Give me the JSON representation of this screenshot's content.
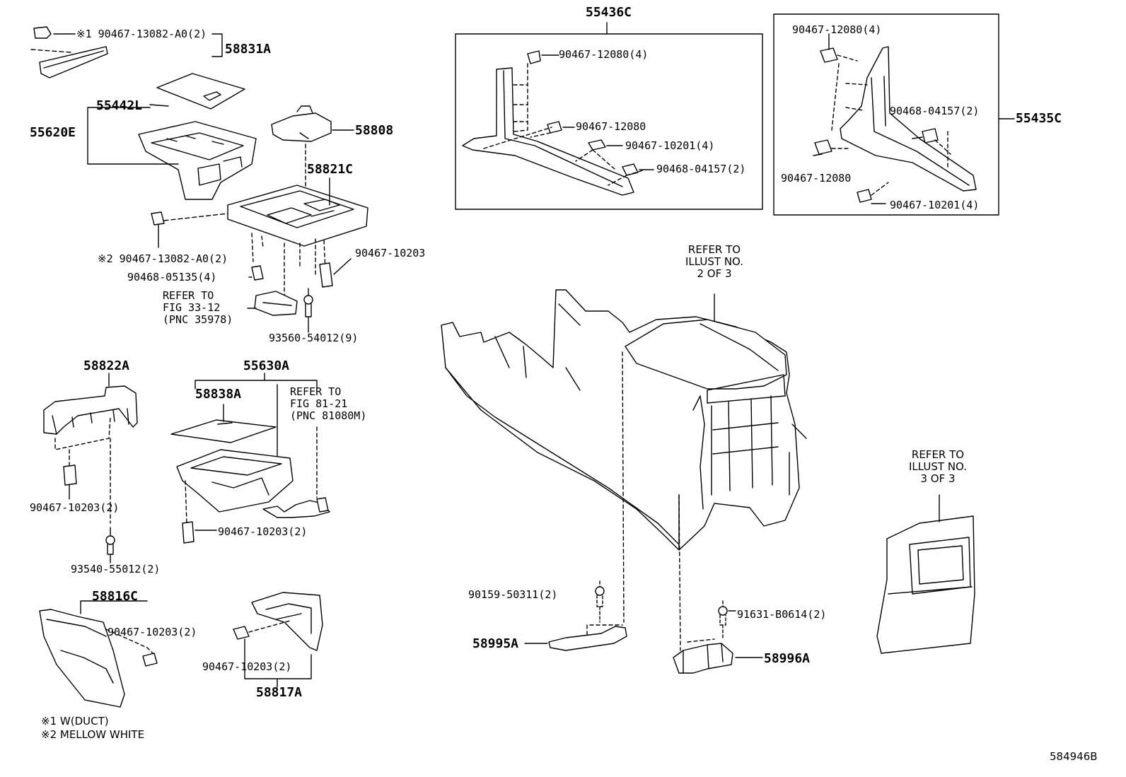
{
  "diagram_id": "584946B",
  "groups": {
    "p58831A": "58831A",
    "p55442L": "55442L",
    "p55620E": "55620E",
    "p58808": "58808",
    "p58821C": "58821C",
    "p55436C": "55436C",
    "p55435C": "55435C",
    "p58822A": "58822A",
    "p55630A": "55630A",
    "p58838A": "58838A",
    "p58816C": "58816C",
    "p58817A": "58817A",
    "p58995A": "58995A",
    "p58996A": "58996A"
  },
  "fasteners": {
    "f_13082_1": "※1 90467-13082-A0(2)",
    "f_13082_2": "※2 90467-13082-A0(2)",
    "f_05135": "90468-05135(4)",
    "f_10203_top": "90467-10203",
    "f_54012": "93560-54012(9)",
    "f_12080_4a": "90467-12080(4)",
    "f_12080_a": "90467-12080",
    "f_10201_4a": "90467-10201(4)",
    "f_04157_2a": "90468-04157(2)",
    "f_12080_4b": "90467-12080(4)",
    "f_04157_2b": "90468-04157(2)",
    "f_12080_b": "90467-12080",
    "f_10201_4b": "90467-10201(4)",
    "f_10203_2a": "90467-10203(2)",
    "f_55012": "93540-55012(2)",
    "f_10203_2b": "90467-10203(2)",
    "f_10203_2c": "90467-10203(2)",
    "f_10203_2d": "90467-10203(2)",
    "f_50311": "90159-50311(2)",
    "f_b0614": "91631-B0614(2)"
  },
  "references": {
    "fig_33_12": "REFER TO\nFIG 33-12\n(PNC 35978)",
    "fig_81_21": "REFER TO\nFIG 81-21\n(PNC 81080M)",
    "illust_2": "REFER TO\nILLUST NO.\n2 OF 3",
    "illust_3": "REFER TO\nILLUST NO.\n3 OF 3"
  },
  "notes": {
    "note1": "※1 W(DUCT)",
    "note2": "※2 MELLOW WHITE"
  }
}
